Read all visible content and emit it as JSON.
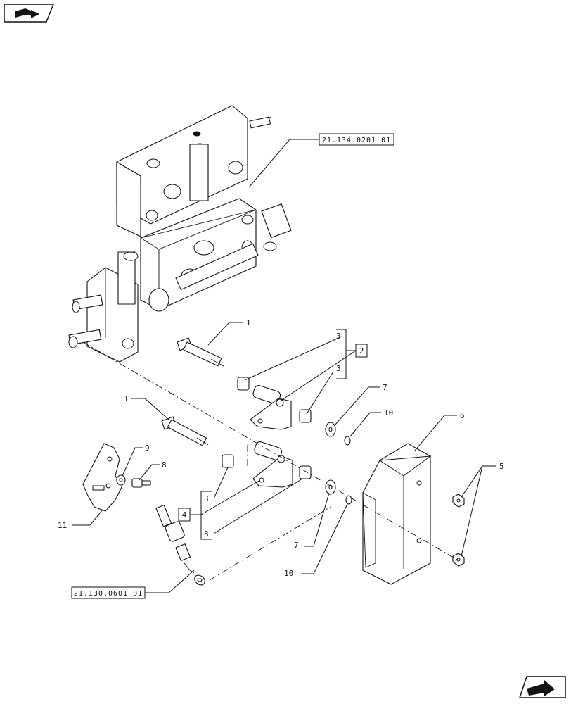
{
  "callouts": {
    "c1a": "1",
    "c1b": "1",
    "c3a": "3",
    "c3b": "3",
    "c3c": "3",
    "c3d": "3",
    "c5": "5",
    "c6": "6",
    "c7a": "7",
    "c7b": "7",
    "c8": "8",
    "c9": "9",
    "c10a": "10",
    "c10b": "10",
    "c11": "11"
  },
  "boxed_callouts": {
    "b2": "2",
    "b4": "4"
  },
  "references": {
    "top": "21.134.0201 01",
    "bottom": "21.130.0601 01"
  },
  "icons": {
    "top_left": "book-arrow-icon",
    "bottom_right": "next-page-arrow-icon"
  }
}
